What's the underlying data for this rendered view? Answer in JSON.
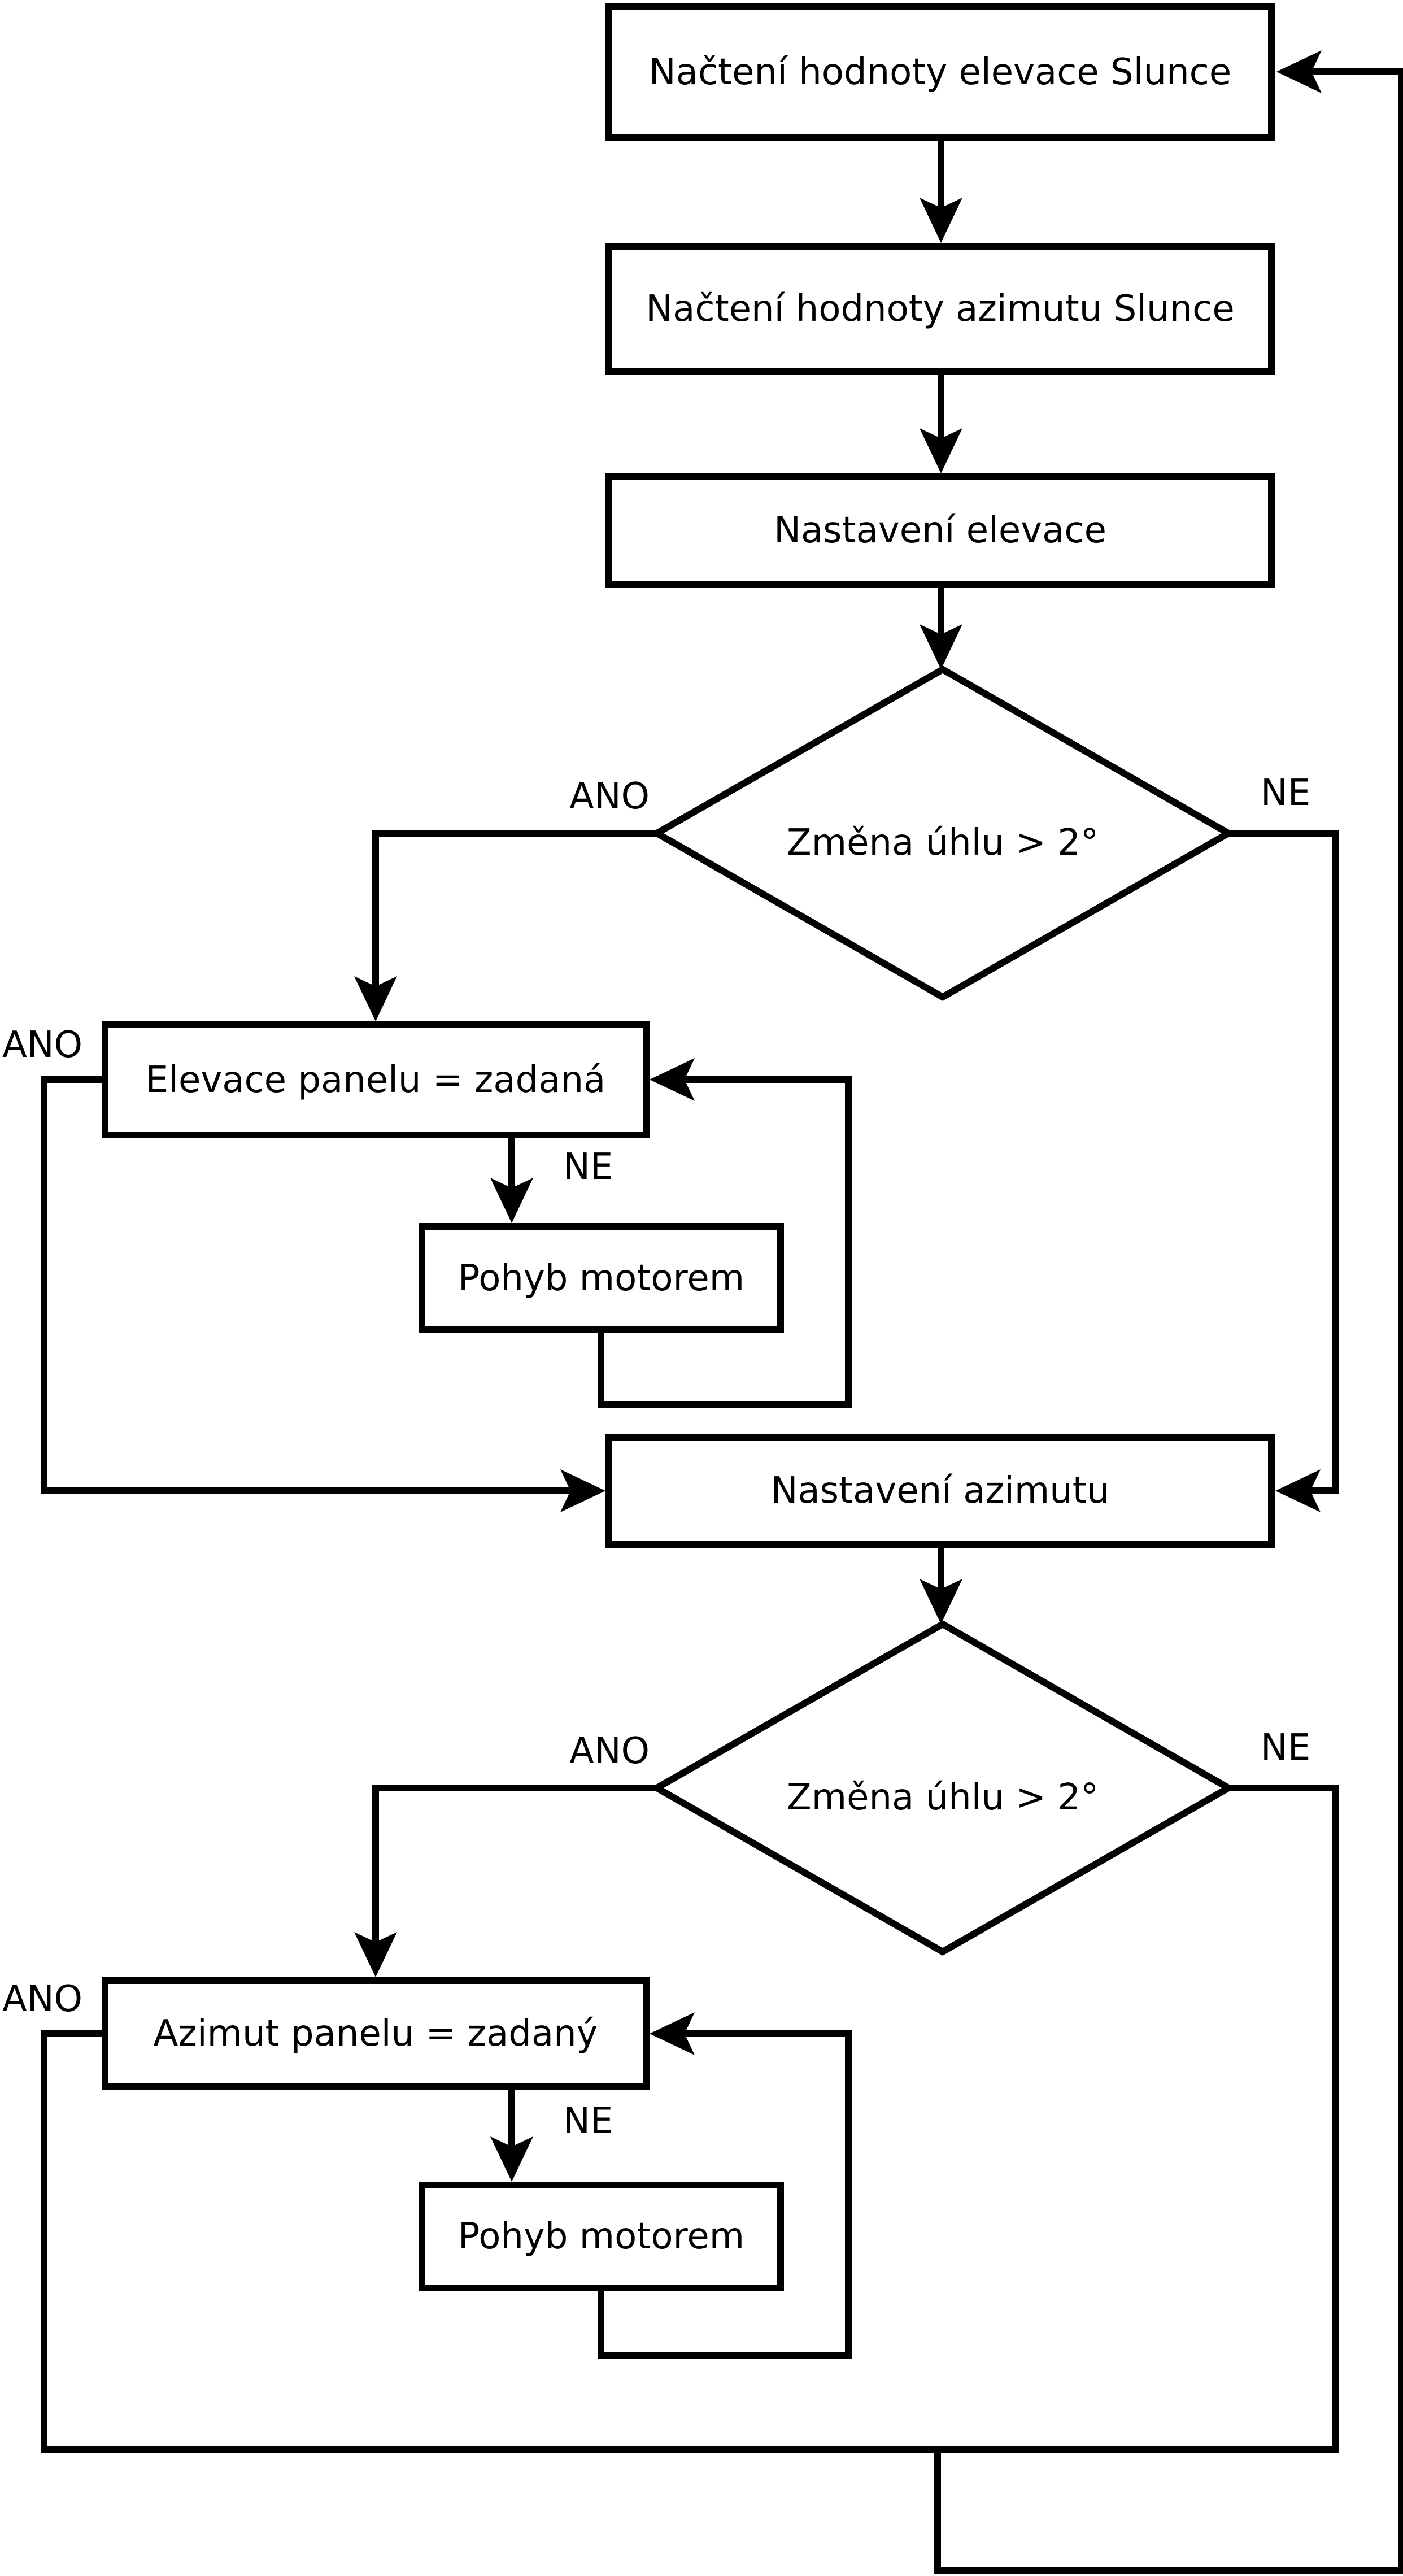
{
  "flowchart": {
    "nodes": {
      "load_elevation": {
        "label": "Načtení hodnoty elevace Slunce"
      },
      "load_azimuth": {
        "label": "Načtení hodnoty azimutu Slunce"
      },
      "set_elevation": {
        "label": "Nastavení elevace"
      },
      "decision_elevation": {
        "label": "Změna úhlu > 2°"
      },
      "elevation_panel": {
        "label": "Elevace panelu = zadaná"
      },
      "motor_elevation": {
        "label": "Pohyb motorem"
      },
      "set_azimuth": {
        "label": "Nastavení azimutu"
      },
      "decision_azimuth": {
        "label": "Změna úhlu > 2°"
      },
      "azimuth_panel": {
        "label": "Azimut panelu = zadaný"
      },
      "motor_azimuth": {
        "label": "Pohyb motorem"
      }
    },
    "branch_labels": {
      "decision_elevation_yes": "ANO",
      "decision_elevation_no": "NE",
      "elevation_panel_yes": "ANO",
      "elevation_panel_no": "NE",
      "decision_azimuth_yes": "ANO",
      "decision_azimuth_no": "NE",
      "azimuth_panel_yes": "ANO",
      "azimuth_panel_no": "NE"
    },
    "colors": {
      "stroke": "#000000",
      "fill": "#ffffff"
    }
  }
}
